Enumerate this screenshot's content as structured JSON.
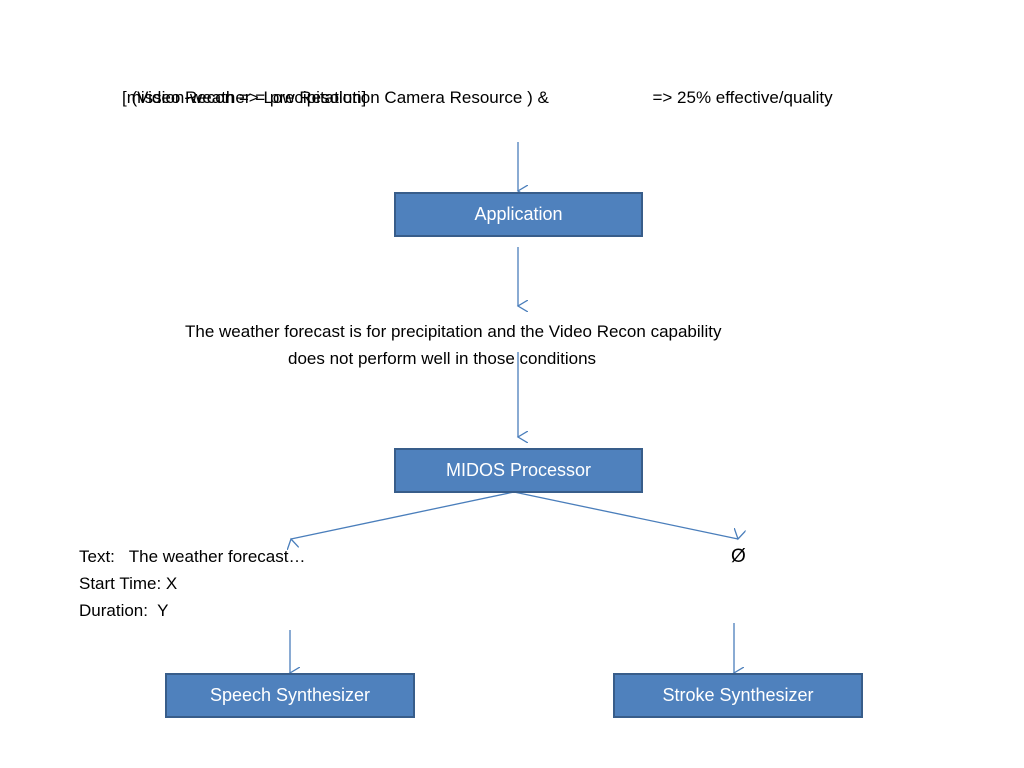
{
  "header": {
    "line1_left": "(Video Recon => Low Resolution Camera Resource ) &",
    "line1_right": "=> 25% effective/quality",
    "line2": "[mission-weather = precipitation]"
  },
  "nodes": {
    "application": "Application",
    "midos": "MIDOS Processor",
    "speech": "Speech Synthesizer",
    "stroke": "Stroke Synthesizer"
  },
  "explanation": {
    "line1": "The weather forecast is for precipitation and the Video Recon capability",
    "line2": "does not perform well in those conditions"
  },
  "speech_params": {
    "text": "Text:   The weather forecast…",
    "start_time": "Start Time: X",
    "duration": "Duration:  Y"
  },
  "stroke_params": {
    "symbol": "Ø"
  },
  "colors": {
    "box_fill": "#4f81bd",
    "box_border": "#385d8a",
    "arrow": "#4a7ebb"
  }
}
